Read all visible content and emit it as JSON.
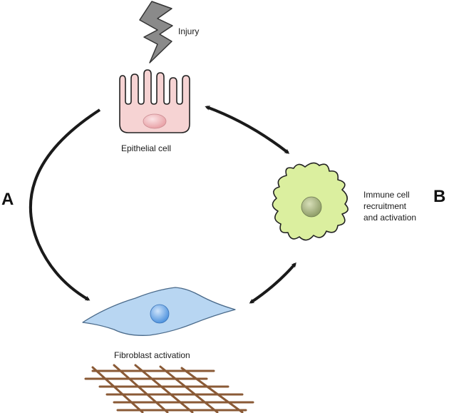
{
  "labels": {
    "injury": "Injury",
    "epithelial": "Epithelial cell",
    "immune_line1": "Immune cell",
    "immune_line2": "recruitment",
    "immune_line3": "and activation",
    "fibroblast": "Fibroblast activation",
    "panel_a": "A",
    "panel_b": "B"
  },
  "colors": {
    "lightning": "#8a8a8a",
    "epithelial_fill": "#f6d3d3",
    "epithelial_nucleus": "#e8a1a6",
    "immune_fill": "#dbef9f",
    "immune_nucleus": "#9aa873",
    "fibroblast_fill": "#b8d6f2",
    "fibroblast_nucleus": "#5b9de0",
    "collagen": "#8a5a36",
    "arrow": "#1a1a1a"
  }
}
